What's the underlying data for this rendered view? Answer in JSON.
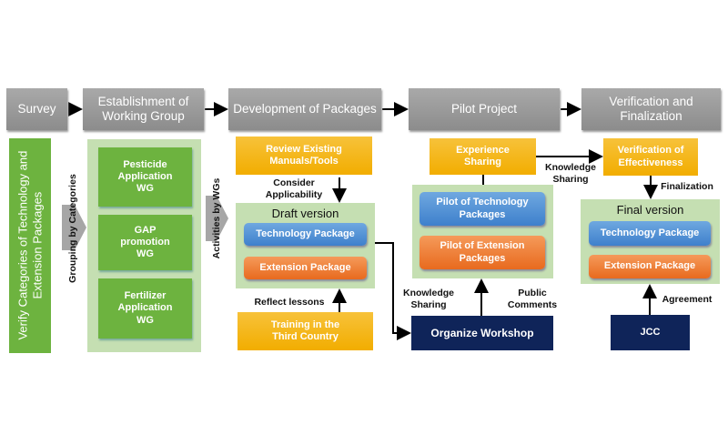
{
  "stages": [
    "Survey",
    "Establishment of Working Group",
    "Development of Packages",
    "Pilot Project",
    "Verification and Finalization"
  ],
  "survey": {
    "verify": "Verify Categories of Technology and Extension Packages",
    "grouping": "Grouping by Categories"
  },
  "wg": {
    "items": [
      "Pesticide Application WG",
      "GAP promotion WG",
      "Fertilizer Application WG"
    ],
    "activities": "Activities by WGs"
  },
  "dev": {
    "review": "Review Existing Manuals/Tools",
    "consider": "Consider Applicability",
    "draft_title": "Draft version",
    "tech": "Technology Package",
    "ext": "Extension Package",
    "reflect": "Reflect lessons",
    "training": "Training in the Third Country"
  },
  "pilot": {
    "experience": "Experience Sharing",
    "tech": "Pilot of Technology Packages",
    "ext": "Pilot of Extension Packages",
    "knowledge_left": "Knowledge Sharing",
    "public": "Public Comments",
    "workshop": "Organize Workshop",
    "knowledge_top": "Knowledge Sharing"
  },
  "final": {
    "verification": "Verification of Effectiveness",
    "finalization": "Finalization",
    "title": "Final version",
    "tech": "Technology Package",
    "ext": "Extension Package",
    "agreement": "Agreement",
    "jcc": "JCC"
  },
  "colors": {
    "header": "#999999",
    "green": "#6db33f",
    "panel": "#c5dfb2",
    "yellow": "#f2ad00",
    "blue": "#4a8ad4",
    "orange": "#ec7530",
    "navy": "#0f2459"
  }
}
